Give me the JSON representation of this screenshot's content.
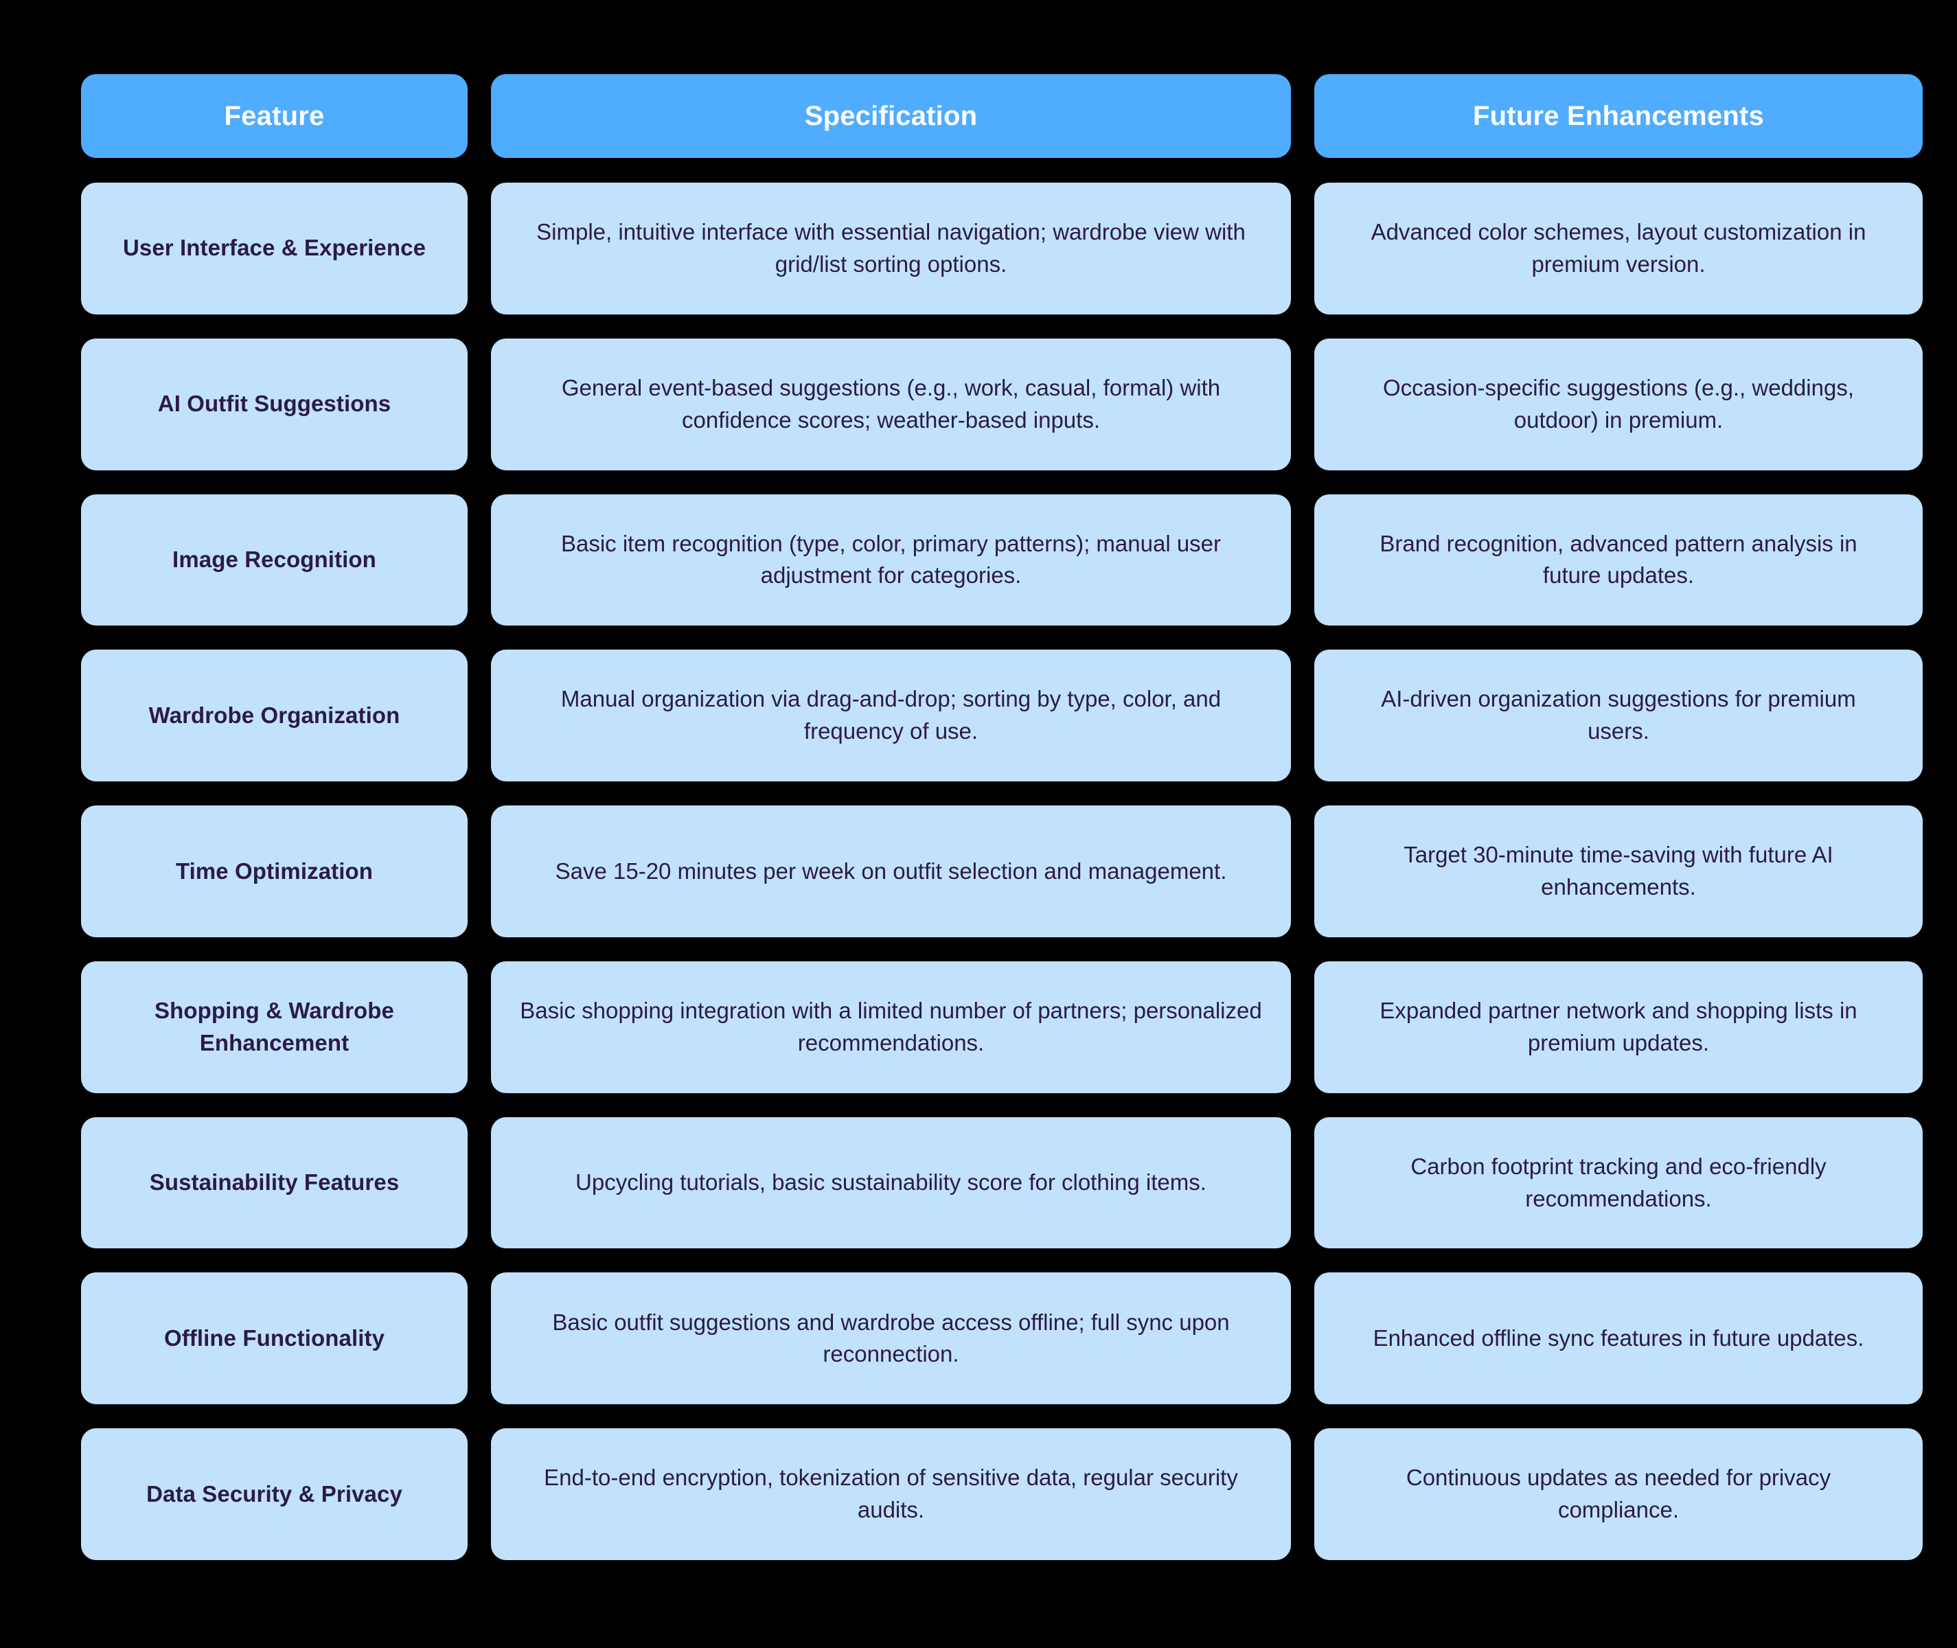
{
  "table": {
    "columns": [
      {
        "key": "feature",
        "label": "Feature"
      },
      {
        "key": "specification",
        "label": "Specification"
      },
      {
        "key": "future",
        "label": "Future Enhancements"
      }
    ],
    "rows": [
      {
        "feature": "User Interface & Experience",
        "specification": "Simple, intuitive interface with essential navigation; wardrobe view with grid/list sorting options.",
        "future": "Advanced color schemes, layout customization in premium version."
      },
      {
        "feature": "AI Outfit Suggestions",
        "specification": "General event-based suggestions (e.g., work, casual, formal) with confidence scores; weather-based inputs.",
        "future": "Occasion-specific suggestions (e.g., weddings, outdoor) in premium."
      },
      {
        "feature": "Image Recognition",
        "specification": "Basic item recognition (type, color, primary patterns); manual user adjustment for categories.",
        "future": "Brand recognition, advanced pattern analysis in future updates."
      },
      {
        "feature": "Wardrobe Organization",
        "specification": "Manual organization via drag-and-drop; sorting by type, color, and frequency of use.",
        "future": "AI-driven organization suggestions for premium users."
      },
      {
        "feature": "Time Optimization",
        "specification": "Save 15-20 minutes per week on outfit selection and management.",
        "future": "Target 30-minute time-saving with future AI enhancements."
      },
      {
        "feature": "Shopping & Wardrobe Enhancement",
        "specification": "Basic shopping integration with a limited number of partners; personalized recommendations.",
        "future": "Expanded partner network and shopping lists in premium updates."
      },
      {
        "feature": "Sustainability Features",
        "specification": "Upcycling tutorials, basic sustainability score for clothing items.",
        "future": "Carbon footprint tracking and eco-friendly recommendations."
      },
      {
        "feature": "Offline Functionality",
        "specification": "Basic outfit suggestions and wardrobe access offline; full sync upon reconnection.",
        "future": "Enhanced offline sync features in future updates."
      },
      {
        "feature": "Data Security & Privacy",
        "specification": "End-to-end encryption, tokenization of sensitive data, regular security audits.",
        "future": "Continuous updates as needed for privacy compliance."
      }
    ]
  },
  "colors": {
    "background": "#000000",
    "header_fill": "#4facff",
    "header_text": "#fafcff",
    "cell_fill": "#c2e1fd",
    "cell_text": "#2b1b47"
  }
}
